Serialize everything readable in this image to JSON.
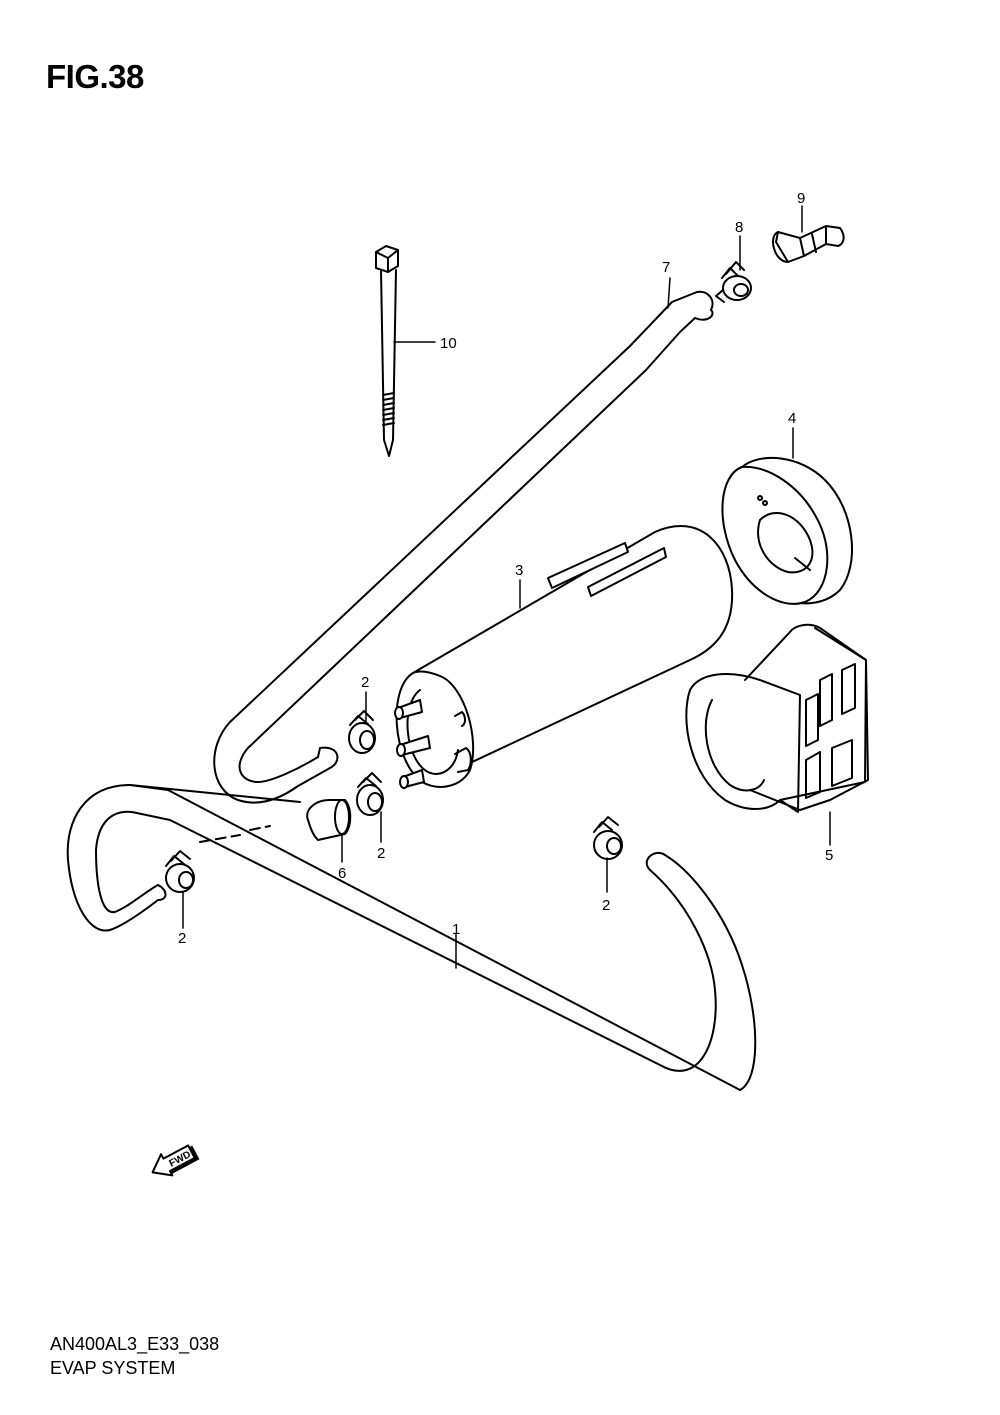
{
  "figure": {
    "title": "FIG.38"
  },
  "footer": {
    "code": "AN400AL3_E33_038",
    "name": "EVAP SYSTEM"
  },
  "direction_marker": {
    "label": "FWD"
  },
  "callouts": [
    {
      "id": "1"
    },
    {
      "id": "2"
    },
    {
      "id": "2"
    },
    {
      "id": "2"
    },
    {
      "id": "2"
    },
    {
      "id": "3"
    },
    {
      "id": "4"
    },
    {
      "id": "5"
    },
    {
      "id": "6"
    },
    {
      "id": "7"
    },
    {
      "id": "8"
    },
    {
      "id": "9"
    },
    {
      "id": "10"
    }
  ],
  "colors": {
    "line": "#000000",
    "background": "#ffffff"
  }
}
